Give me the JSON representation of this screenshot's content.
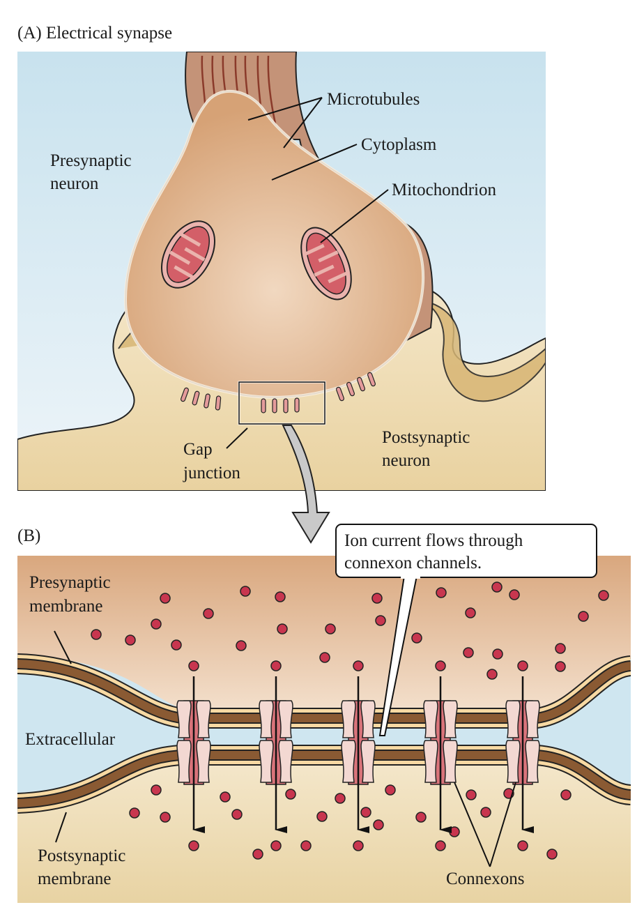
{
  "panel_a": {
    "title": "(A)  Electrical synapse",
    "labels": {
      "microtubules": "Microtubules",
      "cytoplasm": "Cytoplasm",
      "mitochondrion": "Mitochondrion",
      "presynaptic_1": "Presynaptic",
      "presynaptic_2": "neuron",
      "postsynaptic_1": "Postsynaptic",
      "postsynaptic_2": "neuron",
      "gap_1": "Gap",
      "gap_2": "junction"
    }
  },
  "panel_b": {
    "title": "(B)",
    "callout_1": "Ion current flows through",
    "callout_2": "connexon channels.",
    "labels": {
      "pre_mem_1": "Presynaptic",
      "pre_mem_2": "membrane",
      "extracellular": "Extracellular",
      "post_mem_1": "Postsynaptic",
      "post_mem_2": "membrane",
      "connexons": "Connexons"
    },
    "connexon_count": 5
  },
  "colors": {
    "extracellular": "#cfe6f0",
    "presynaptic": "#d9a77e",
    "postsynaptic": "#f1e2c0",
    "membrane_dark": "#8a5a33",
    "membrane_light": "#f7d9a3",
    "ion": "#c8364f",
    "connexon": "#f3d8d2",
    "connexon_core": "#d9737a"
  }
}
